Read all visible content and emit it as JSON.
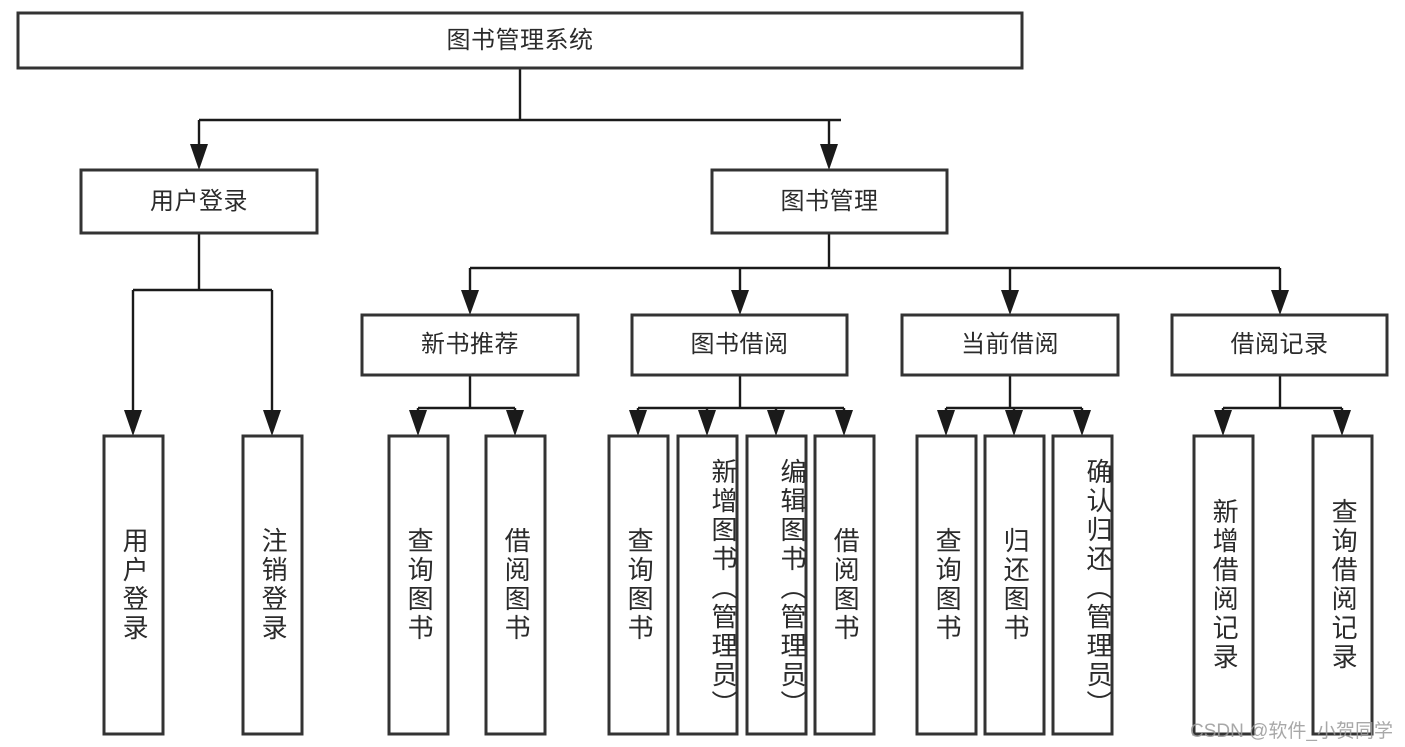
{
  "diagram": {
    "title": "图书管理系统",
    "type": "tree-hierarchy",
    "watermark": "CSDN @软件_小贺同学",
    "colors": {
      "box_stroke": "#333333",
      "box_fill": "#ffffff",
      "connector": "#1a1a1a",
      "text": "#2b2b2b",
      "background": "#ffffff",
      "watermark": "#9a9a9a"
    }
  },
  "nodes": {
    "root": {
      "label": "图书管理系统"
    },
    "level2": [
      {
        "id": "user-login",
        "label": "用户登录"
      },
      {
        "id": "book-manage",
        "label": "图书管理"
      }
    ],
    "level3": [
      {
        "id": "new-book-recommend",
        "label": "新书推荐"
      },
      {
        "id": "book-borrow",
        "label": "图书借阅"
      },
      {
        "id": "current-borrow",
        "label": "当前借阅"
      },
      {
        "id": "borrow-record",
        "label": "借阅记录"
      }
    ],
    "leaves": [
      {
        "id": "leaf-user-login",
        "label": "用户登录",
        "parent": "user-login"
      },
      {
        "id": "leaf-logout-login",
        "label": "注销登录",
        "parent": "user-login"
      },
      {
        "id": "leaf-query-book-1",
        "label": "查询图书",
        "parent": "new-book-recommend"
      },
      {
        "id": "leaf-borrow-book-1",
        "label": "借阅图书",
        "parent": "new-book-recommend"
      },
      {
        "id": "leaf-query-book-2",
        "label": "查询图书",
        "parent": "book-borrow"
      },
      {
        "id": "leaf-add-book",
        "label": "新增图书（管理员）",
        "parent": "book-borrow"
      },
      {
        "id": "leaf-edit-book",
        "label": "编辑图书（管理员）",
        "parent": "book-borrow"
      },
      {
        "id": "leaf-borrow-book-2",
        "label": "借阅图书",
        "parent": "book-borrow"
      },
      {
        "id": "leaf-query-book-3",
        "label": "查询图书",
        "parent": "current-borrow"
      },
      {
        "id": "leaf-return-book",
        "label": "归还图书",
        "parent": "current-borrow"
      },
      {
        "id": "leaf-confirm-return",
        "label": "确认归还（管理员）",
        "parent": "current-borrow"
      },
      {
        "id": "leaf-add-record",
        "label": "新增借阅记录",
        "parent": "borrow-record"
      },
      {
        "id": "leaf-query-record",
        "label": "查询借阅记录",
        "parent": "borrow-record"
      }
    ]
  }
}
